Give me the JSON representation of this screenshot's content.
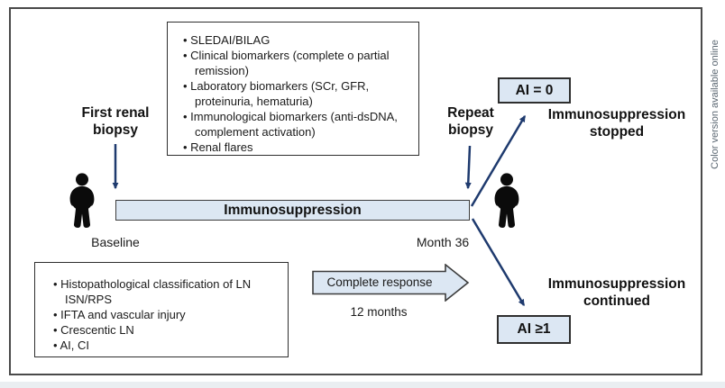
{
  "note": "Color version available online",
  "criteria_box": {
    "items": [
      "SLEDAI/BILAG",
      "Clinical biomarkers (complete o partial remission)",
      "Laboratory biomarkers (SCr, GFR, proteinuria, hematuria)",
      "Immunological biomarkers (anti-dsDNA, complement activation)",
      "Renal flares"
    ]
  },
  "histology_box": {
    "items": [
      "Histopathological classification of LN ISN/RPS",
      "IFTA and vascular injury",
      "Crescentic LN",
      "AI, CI"
    ]
  },
  "timeline": {
    "first_biopsy_label": "First renal biopsy",
    "repeat_biopsy_label": "Repeat biopsy",
    "bar_label": "Immunosuppression",
    "start_label": "Baseline",
    "end_label": "Month 36"
  },
  "response_arrow": {
    "label": "Complete response",
    "sublabel": "12 months"
  },
  "outcomes": {
    "ai_zero": {
      "box_label": "AI = 0",
      "result": "Immunosuppression stopped"
    },
    "ai_one_plus": {
      "box_label": "AI ≥1",
      "result": "Immunosuppression continued"
    }
  },
  "colors": {
    "fill_light_blue": "#dce7f3",
    "arrow_navy": "#1e3a6e",
    "border_dark": "#3c3c3c",
    "note_gray": "#5c6873"
  }
}
